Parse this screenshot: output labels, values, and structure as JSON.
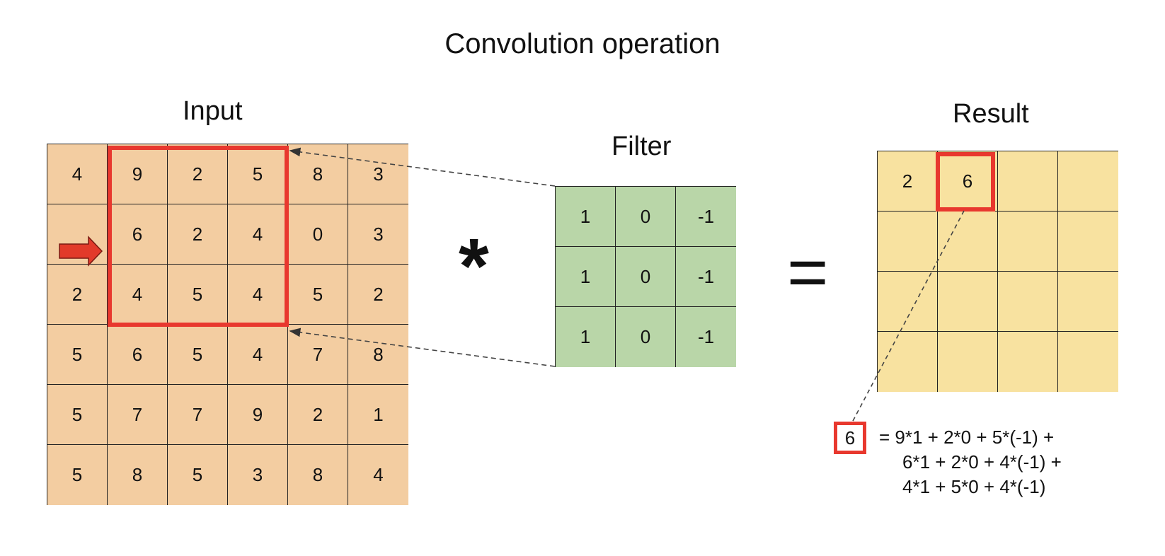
{
  "title": "Convolution operation",
  "input": {
    "label": "Input",
    "values": [
      [
        4,
        9,
        2,
        5,
        8,
        3
      ],
      [
        null,
        6,
        2,
        4,
        0,
        3
      ],
      [
        2,
        4,
        5,
        4,
        5,
        2
      ],
      [
        5,
        6,
        5,
        4,
        7,
        8
      ],
      [
        5,
        7,
        7,
        9,
        2,
        1
      ],
      [
        5,
        8,
        5,
        3,
        8,
        4
      ]
    ]
  },
  "filter": {
    "label": "Filter",
    "values": [
      [
        1,
        0,
        -1
      ],
      [
        1,
        0,
        -1
      ],
      [
        1,
        0,
        -1
      ]
    ]
  },
  "result": {
    "label": "Result",
    "values": [
      [
        2,
        6,
        null,
        null
      ],
      [
        null,
        null,
        null,
        null
      ],
      [
        null,
        null,
        null,
        null
      ],
      [
        null,
        null,
        null,
        null
      ]
    ]
  },
  "operators": {
    "convolution": "*",
    "equals": "="
  },
  "formula": {
    "value": "6",
    "lines": [
      "= 9*1 + 2*0 + 5*(-1) +",
      "6*1 + 2*0 + 4*(-1) +",
      "4*1 + 5*0 + 4*(-1)"
    ]
  },
  "colors": {
    "input_fill": "#f3cda1",
    "filter_fill": "#b9d6a8",
    "result_fill": "#f8e2a0",
    "highlight": "#e8382e",
    "arrow_fill": "#e23a2a"
  }
}
